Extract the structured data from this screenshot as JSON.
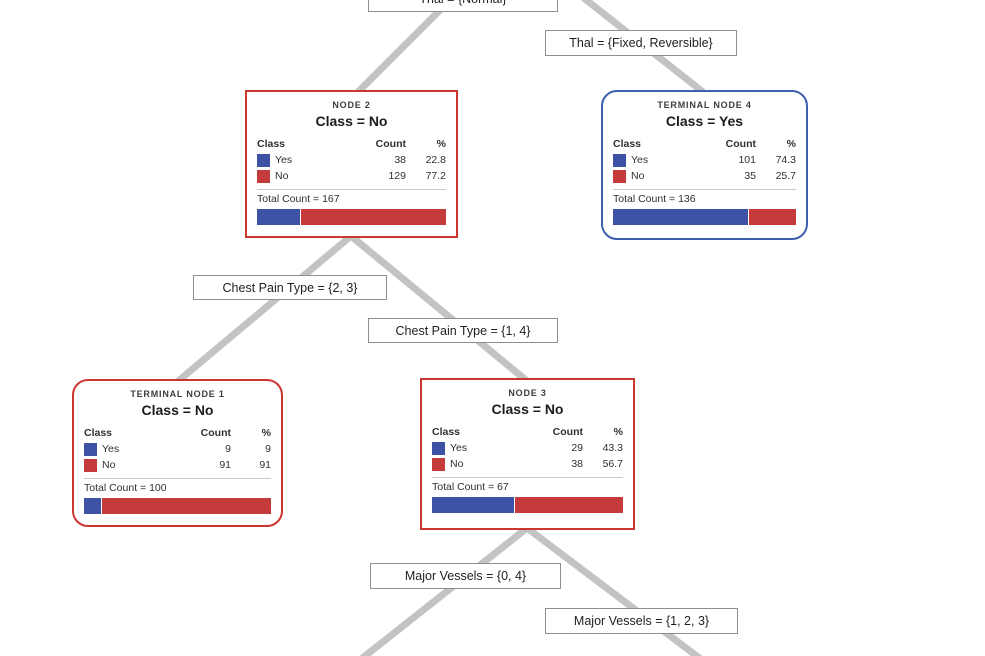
{
  "diagram": {
    "type": "decision-tree",
    "colors": {
      "class_yes_blue": "#3e52a5",
      "class_no_red": "#c53b3b",
      "edge_gray": "#c3c3c3",
      "internal_node_border_red": "#cd3530",
      "terminal_node_border_blue": "#3c5fae",
      "label_border_gray": "#8f8f8f"
    },
    "table_headers": {
      "class": "Class",
      "count": "Count",
      "pct": "%"
    },
    "edge_labels": {
      "root": "Thal = {Normal}",
      "thal_fixed": "Thal = {Fixed, Reversible}",
      "chest_pain_23": "Chest Pain Type = {2, 3}",
      "chest_pain_14": "Chest Pain Type = {1, 4}",
      "major_vessels_04": "Major Vessels = {0, 4}",
      "major_vessels_123": "Major Vessels = {1, 2, 3}"
    },
    "nodes": {
      "node2": {
        "title": "NODE 2",
        "class_label": "Class = No",
        "rows": [
          {
            "label": "Yes",
            "count": "38",
            "pct": "22.8"
          },
          {
            "label": "No",
            "count": "129",
            "pct": "77.2"
          }
        ],
        "total": "Total Count = 167",
        "bar_yes_style": "width:22.8%",
        "bar_no_style": "width:77.2%"
      },
      "tn4": {
        "title": "TERMINAL NODE 4",
        "class_label": "Class = Yes",
        "rows": [
          {
            "label": "Yes",
            "count": "101",
            "pct": "74.3"
          },
          {
            "label": "No",
            "count": "35",
            "pct": "25.7"
          }
        ],
        "total": "Total Count = 136",
        "bar_yes_style": "width:74.3%",
        "bar_no_style": "width:25.7%"
      },
      "tn1": {
        "title": "TERMINAL NODE 1",
        "class_label": "Class = No",
        "rows": [
          {
            "label": "Yes",
            "count": "9",
            "pct": "9"
          },
          {
            "label": "No",
            "count": "91",
            "pct": "91"
          }
        ],
        "total": "Total Count = 100",
        "bar_yes_style": "width:9%",
        "bar_no_style": "width:91%"
      },
      "node3": {
        "title": "NODE 3",
        "class_label": "Class = No",
        "rows": [
          {
            "label": "Yes",
            "count": "29",
            "pct": "43.3"
          },
          {
            "label": "No",
            "count": "38",
            "pct": "56.7"
          }
        ],
        "total": "Total Count = 67",
        "bar_yes_style": "width:43.3%",
        "bar_no_style": "width:56.7%"
      }
    }
  }
}
